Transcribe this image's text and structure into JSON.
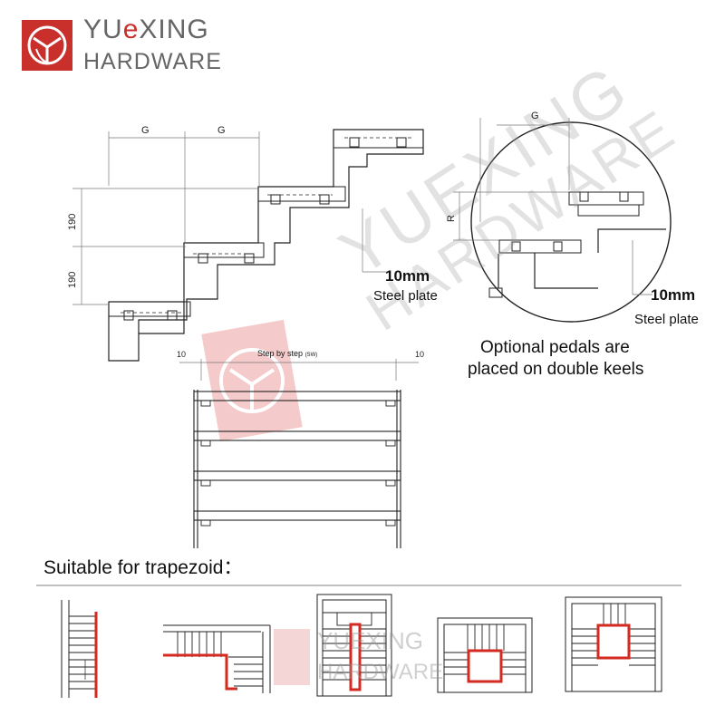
{
  "brand": {
    "name_prefix": "YU",
    "name_accent": "e",
    "name_suffix": "XING",
    "subtitle": "HARDWARE",
    "accent_color": "#c9302c",
    "logo_icon": "yuexing-logo"
  },
  "watermark": {
    "line1": "YUEXING",
    "line2": "HARDWARE"
  },
  "stair_elevation": {
    "dim_g_1": "G",
    "dim_g_2": "G",
    "dim_190_1": "190",
    "dim_190_2": "190",
    "plate_thickness": "10mm",
    "plate_label": "Steel plate"
  },
  "detail_circle": {
    "dim_g": "G",
    "dim_r": "R",
    "plate_thickness": "10mm",
    "plate_label": "Steel plate"
  },
  "optional_note": {
    "line1": "Optional pedals are",
    "line2": "placed on double keels"
  },
  "front_view": {
    "title": "Step by step",
    "title_note": "(SW)",
    "dim_left": "10",
    "dim_right": "10"
  },
  "section": {
    "title": "Suitable for trapezoid："
  },
  "colors": {
    "line": "#222222",
    "highlight": "#d42a22",
    "watermark": "#e6a0a0"
  }
}
